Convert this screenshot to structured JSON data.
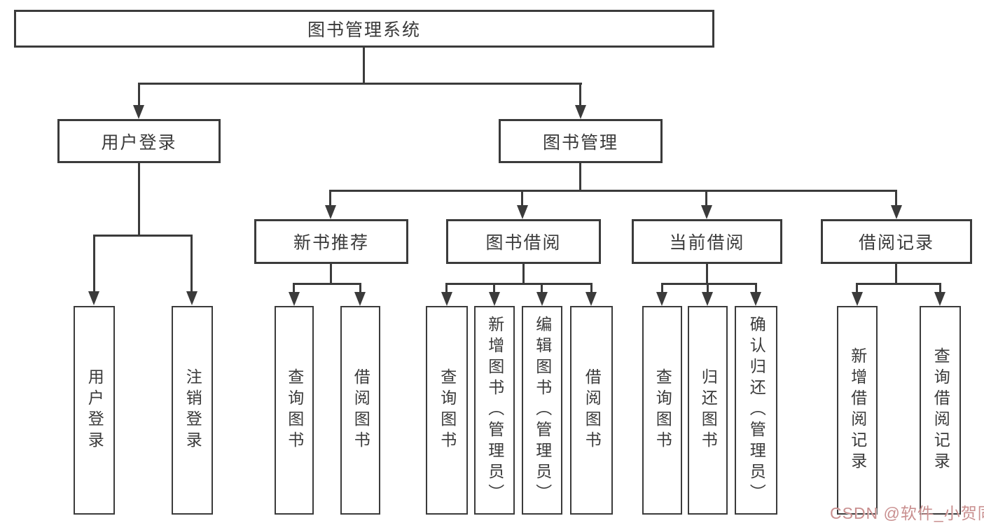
{
  "tree": {
    "root": {
      "label": "图书管理系统"
    },
    "branches": [
      {
        "label": "用户登录",
        "children": [
          {
            "label": "用户登录"
          },
          {
            "label": "注销登录"
          }
        ]
      },
      {
        "label": "图书管理",
        "children": [
          {
            "label": "新书推荐",
            "children": [
              {
                "label": "查询图书"
              },
              {
                "label": "借阅图书"
              }
            ]
          },
          {
            "label": "图书借阅",
            "children": [
              {
                "label": "查询图书"
              },
              {
                "label": "新增图书（管理员）"
              },
              {
                "label": "编辑图书（管理员）"
              },
              {
                "label": "借阅图书"
              }
            ]
          },
          {
            "label": "当前借阅",
            "children": [
              {
                "label": "查询图书"
              },
              {
                "label": "归还图书"
              },
              {
                "label": "确认归还（管理员）"
              }
            ]
          },
          {
            "label": "借阅记录",
            "children": [
              {
                "label": "新增借阅记录"
              },
              {
                "label": "查询借阅记录"
              }
            ]
          }
        ]
      }
    ]
  },
  "watermark": {
    "text": "CSDN @软件_小贺同学",
    "color": "#c98f8f"
  },
  "colors": {
    "line": "#3b3b3b",
    "text": "#3a3a3a",
    "background": "#ffffff"
  }
}
